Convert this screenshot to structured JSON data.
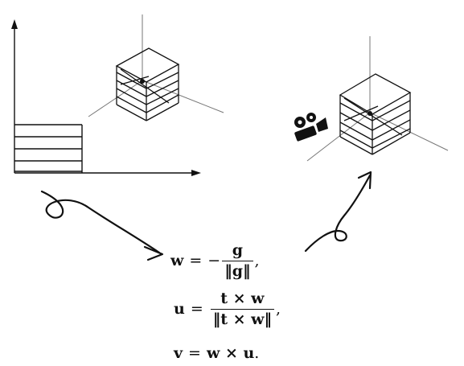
{
  "equations": {
    "w": {
      "lhs": "w",
      "eq": "=",
      "sign": "−",
      "num": "g",
      "den": "‖g‖",
      "tail": ","
    },
    "u": {
      "lhs": "u",
      "eq": "=",
      "num": "t × w",
      "den": "‖t × w‖",
      "tail": ","
    },
    "v": {
      "lhs": "v",
      "eq": "=",
      "rhs": "w × u",
      "tail": "."
    }
  },
  "icons": {
    "camera": "video-camera-icon"
  },
  "colors": {
    "ink": "#111111",
    "axis": "#777777",
    "paper": "#ffffff"
  }
}
